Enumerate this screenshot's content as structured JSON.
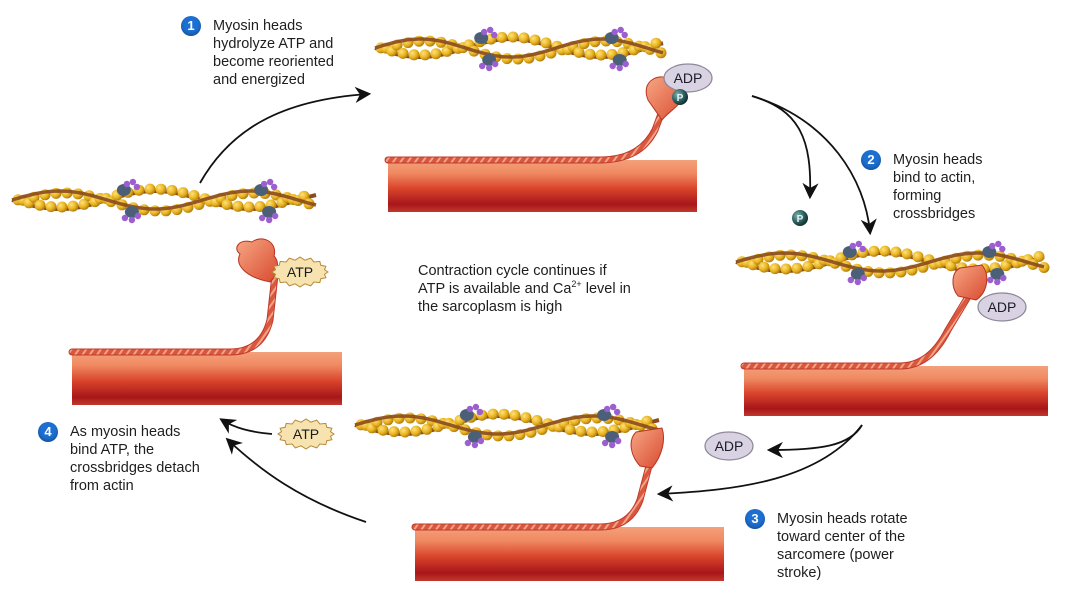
{
  "title": "Crossbridge (contraction) cycle",
  "steps": [
    {
      "number": "1",
      "text": "Myosin heads\nhydrolyze ATP and\nbecome reoriented\nand energized"
    },
    {
      "number": "2",
      "text": "Myosin heads\nbind to actin,\nforming\ncrossbridges"
    },
    {
      "number": "3",
      "text": "Myosin heads rotate\ntoward center of the\nsarcomere (power\nstroke)"
    },
    {
      "number": "4",
      "text": "As myosin heads\nbind ATP, the\ncrossbridges detach\nfrom actin"
    }
  ],
  "center_note": {
    "line1": "Contraction cycle continues if",
    "line2_pre": "ATP is available and Ca",
    "line2_sup": "2+",
    "line2_post": " level in",
    "line3": "the sarcoplasm is high"
  },
  "molecules": {
    "atp": "ATP",
    "adp": "ADP",
    "phosphate": "P"
  },
  "colors": {
    "badge": "#1d6fd1",
    "thick_filament": "#c0392b",
    "actin_bead": "#e8b21e",
    "actin_strand": "#8a4a1c",
    "troponin": "#4b6078",
    "tropomyosin_tip": "#9b5fcf",
    "adp_fill": "#d9d2e3",
    "atp_fill": "#f6e3b0",
    "phosphate": "#1f4d4e",
    "arrow": "#111111"
  }
}
